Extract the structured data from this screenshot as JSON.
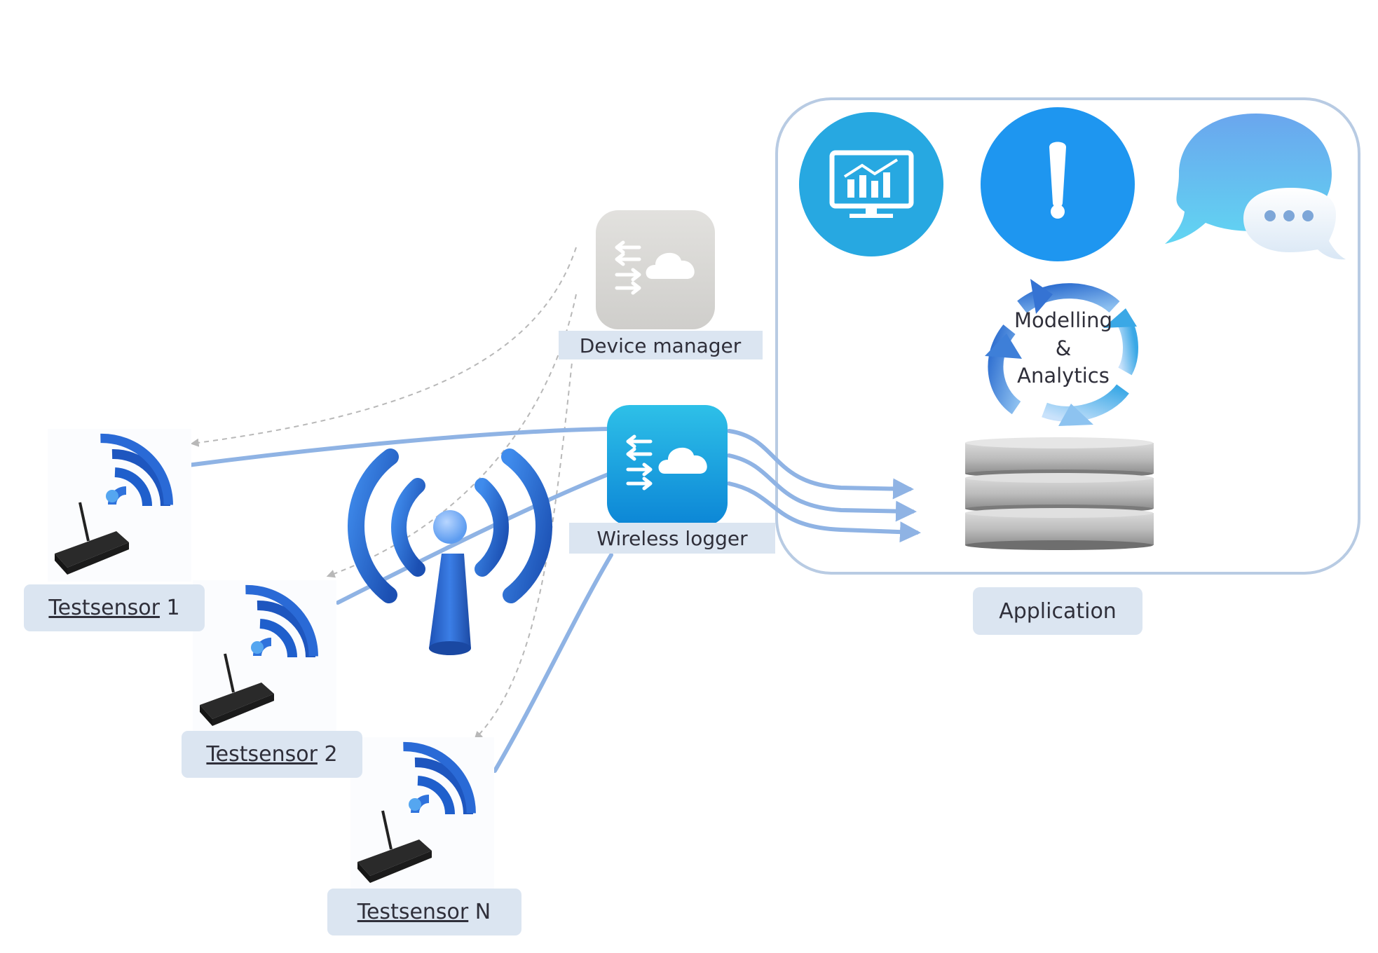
{
  "labels": {
    "device_manager": "Device manager",
    "wireless_logger": "Wireless logger",
    "application": "Application",
    "modelling_line1": "Modelling",
    "modelling_line2": "&",
    "modelling_line3": "Analytics"
  },
  "sensors": [
    {
      "name": "Testsensor",
      "suffix": "1"
    },
    {
      "name": "Testsensor",
      "suffix": "2"
    },
    {
      "name": "Testsensor",
      "suffix": "N"
    }
  ],
  "icons": {
    "device_manager": "cloud-transfer-icon",
    "wireless_logger": "cloud-transfer-icon",
    "dashboard": "monitor-chart-icon",
    "alert": "exclamation-icon",
    "messages": "chat-bubbles-icon",
    "cycle": "cycle-arrows-icon",
    "database": "database-icon",
    "antenna": "broadcast-antenna-icon",
    "sensor": "router-signal-icon"
  },
  "colors": {
    "link_solid": "#8fb3e4",
    "link_dashed": "#b8b8b8",
    "logger_tile": "#1aa6e0",
    "manager_tile": "#d6d5d2",
    "dashboard_circle": "#27a8e1",
    "alert_circle": "#1e96f0",
    "label_box": "#dbe5f1",
    "app_border": "#b8cbe3"
  }
}
